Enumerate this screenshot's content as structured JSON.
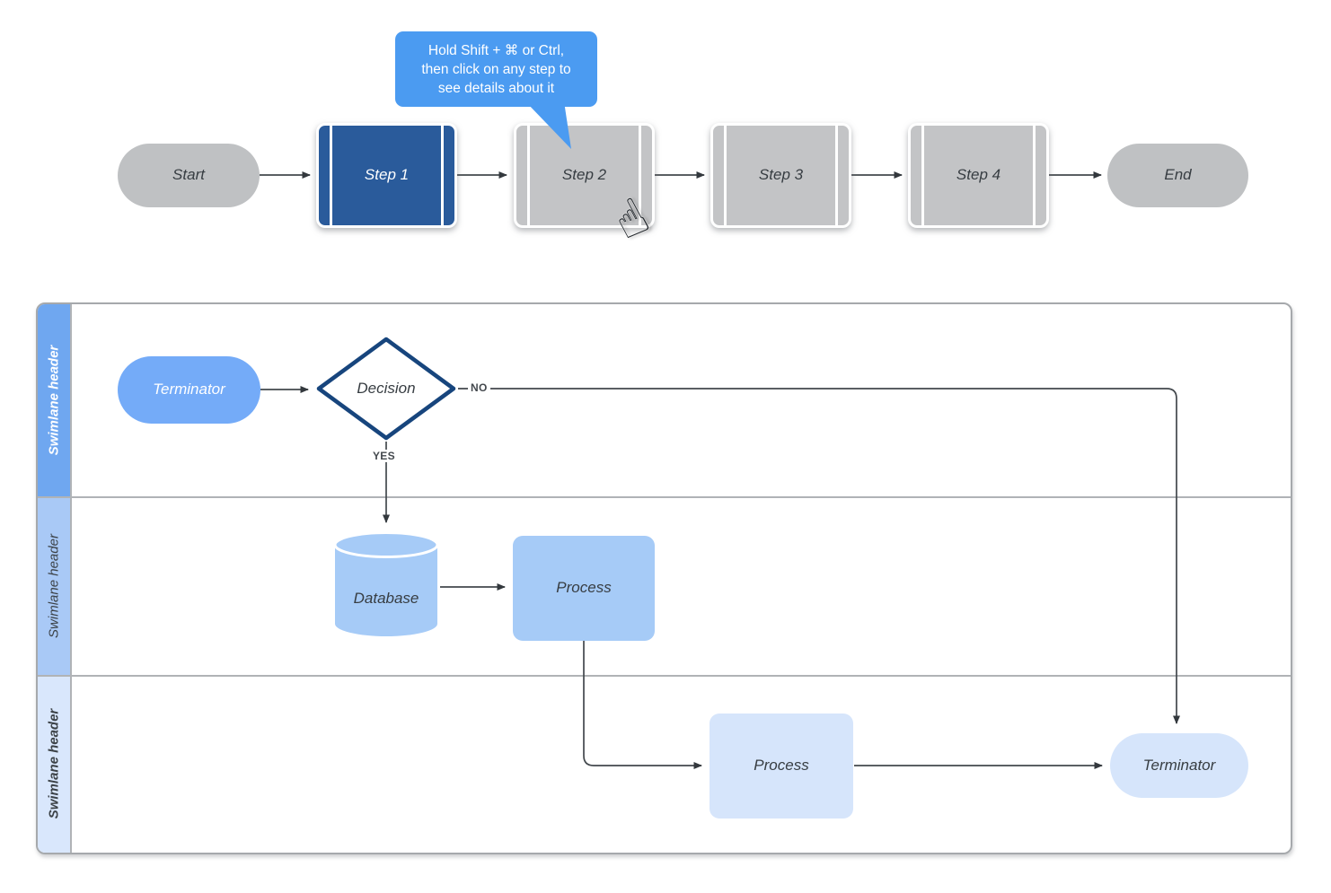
{
  "tooltip": {
    "lines": [
      "Hold Shift + ⌘ or Ctrl,",
      "then click on any step to",
      "see details about it"
    ],
    "bg": "#4b9bf1",
    "text_color": "#ffffff"
  },
  "cursor": {
    "glyph": "☝"
  },
  "top_flow": {
    "nodes": [
      {
        "label": "Start",
        "type": "terminator",
        "fill": "#bfc1c3"
      },
      {
        "label": "Step 1",
        "type": "predefined-process",
        "fill": "#2a5b9b",
        "text": "#ffffff"
      },
      {
        "label": "Step 2",
        "type": "predefined-process",
        "fill": "#c3c4c6"
      },
      {
        "label": "Step 3",
        "type": "predefined-process",
        "fill": "#c3c4c6"
      },
      {
        "label": "Step 4",
        "type": "predefined-process",
        "fill": "#c3c4c6"
      },
      {
        "label": "End",
        "type": "terminator",
        "fill": "#bfc1c3"
      }
    ]
  },
  "swimlane": {
    "lanes": [
      {
        "label": "Swimlane header",
        "fill": "#6fa7f0"
      },
      {
        "label": "Swimlane header",
        "fill": "#a9c9f6"
      },
      {
        "label": "Swimlane header",
        "fill": "#d9e7fc"
      }
    ],
    "nodes": {
      "terminator_start": {
        "label": "Terminator",
        "type": "terminator",
        "fill": "#74abf8"
      },
      "decision": {
        "label": "Decision",
        "type": "decision",
        "border": "#17457d"
      },
      "database": {
        "label": "Database",
        "type": "cylinder",
        "fill": "#a6cbf7"
      },
      "process_mid": {
        "label": "Process",
        "type": "process",
        "fill": "#a6cbf7"
      },
      "process_low": {
        "label": "Process",
        "type": "process",
        "fill": "#d6e5fb"
      },
      "terminator_end": {
        "label": "Terminator",
        "type": "terminator",
        "fill": "#d6e5fb"
      }
    },
    "edge_labels": {
      "yes": "YES",
      "no": "NO"
    }
  }
}
